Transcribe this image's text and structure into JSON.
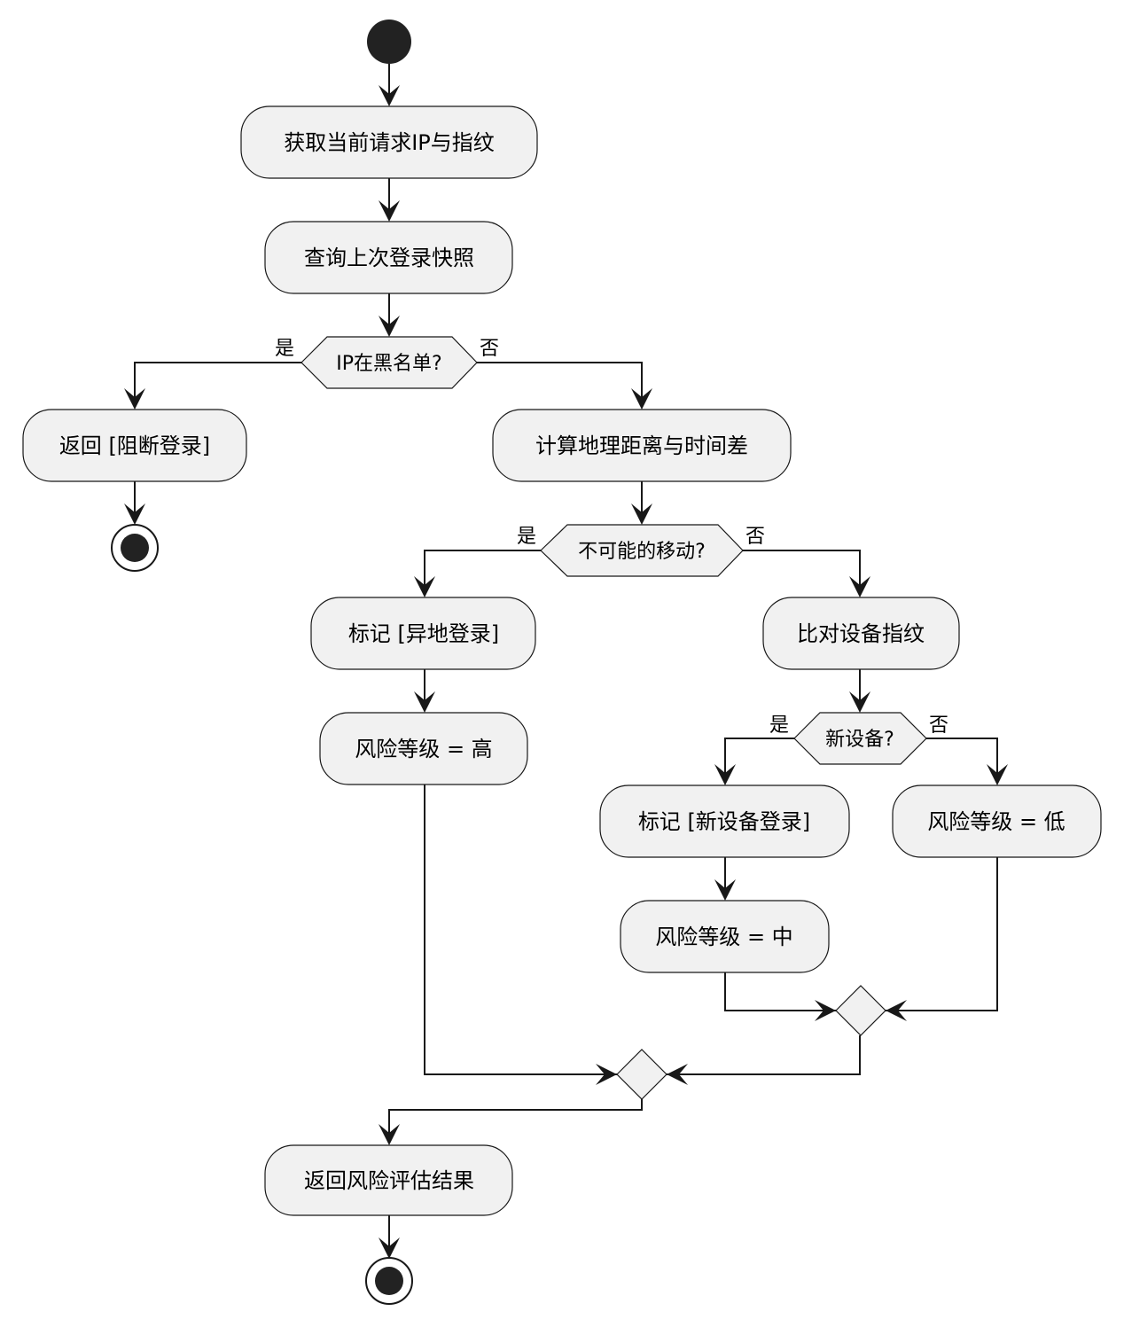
{
  "diagram": {
    "type": "activity",
    "nodes": {
      "get_ip": "获取当前请求IP与指纹",
      "query_snapshot": "查询上次登录快照",
      "block_login": "返回 [阻断登录]",
      "calc_distance": "计算地理距离与时间差",
      "mark_remote": "标记 [异地登录]",
      "risk_high": "风险等级 = 高",
      "compare_fp": "比对设备指纹",
      "mark_new_device": "标记 [新设备登录]",
      "risk_low": "风险等级 = 低",
      "risk_mid": "风险等级 = 中",
      "return_result": "返回风险评估结果"
    },
    "decisions": {
      "ip_blacklist": "IP在黑名单?",
      "impossible_travel": "不可能的移动?",
      "new_device": "新设备?"
    },
    "branch_labels": {
      "yes": "是",
      "no": "否"
    }
  }
}
